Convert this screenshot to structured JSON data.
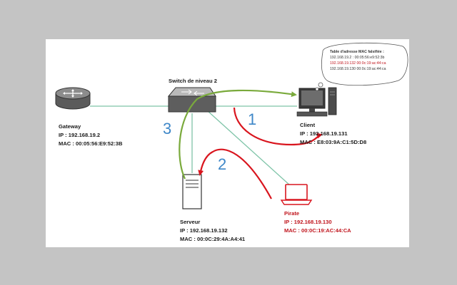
{
  "switch": {
    "label": "Switch de niveau 2"
  },
  "gateway": {
    "title": "Gateway",
    "ip": "IP : 192.168.19.2",
    "mac": "MAC : 00:05:56:E9:52:3B"
  },
  "client": {
    "title": "Client",
    "ip": "IP : 192.168.19.131",
    "mac": "MAC : E8:03:9A:C1:5D:D8"
  },
  "serveur": {
    "title": "Serveur",
    "ip": "IP : 192.168.19.132",
    "mac": "MAC : 00:0C:29:4A:A4:41"
  },
  "pirate": {
    "title": "Pirate",
    "ip": "IP : 192.168.19.130",
    "mac": "MAC : 00:0C:19:AC:44:CA"
  },
  "arp_table": {
    "title": "Table d'adresse MAC falsifiée :",
    "rows": [
      "192.168.19.2 : 00:05:56:e9:52:3b",
      "192.168.19.132 00:0c:19:ac:44:ca",
      "192.168.19.130 00:0c:19:ac:44:ca"
    ]
  },
  "steps": {
    "one": "1",
    "two": "2",
    "three": "3"
  },
  "colors": {
    "attack_arrow": "#d9151e",
    "reply_arrow": "#7aaa3c",
    "link": "#7fc4a8",
    "step_number": "#3e87c8",
    "pirate_text": "#c0141c"
  }
}
